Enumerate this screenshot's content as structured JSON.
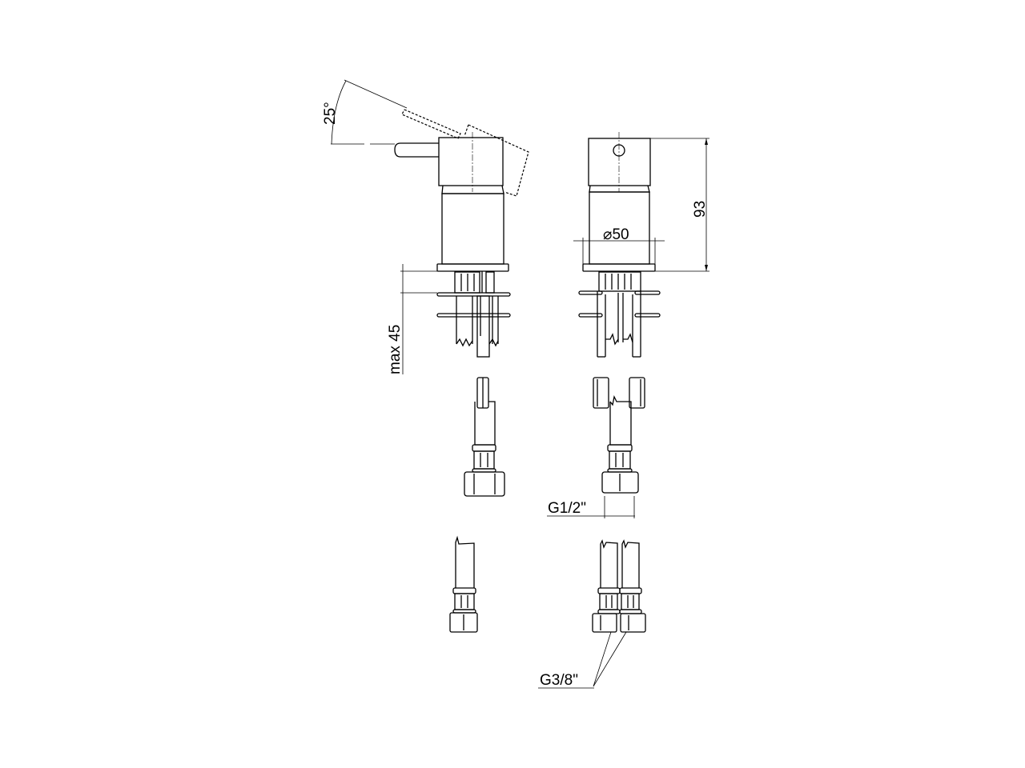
{
  "drawing": {
    "dimensions": {
      "lever_angle": "25°",
      "max_thickness": "max 45",
      "height": "93",
      "diameter": "⌀50",
      "inlet_thread": "G1/2\"",
      "hose_thread": "G3/8\""
    },
    "line_color": "#000000",
    "background": "#ffffff"
  }
}
